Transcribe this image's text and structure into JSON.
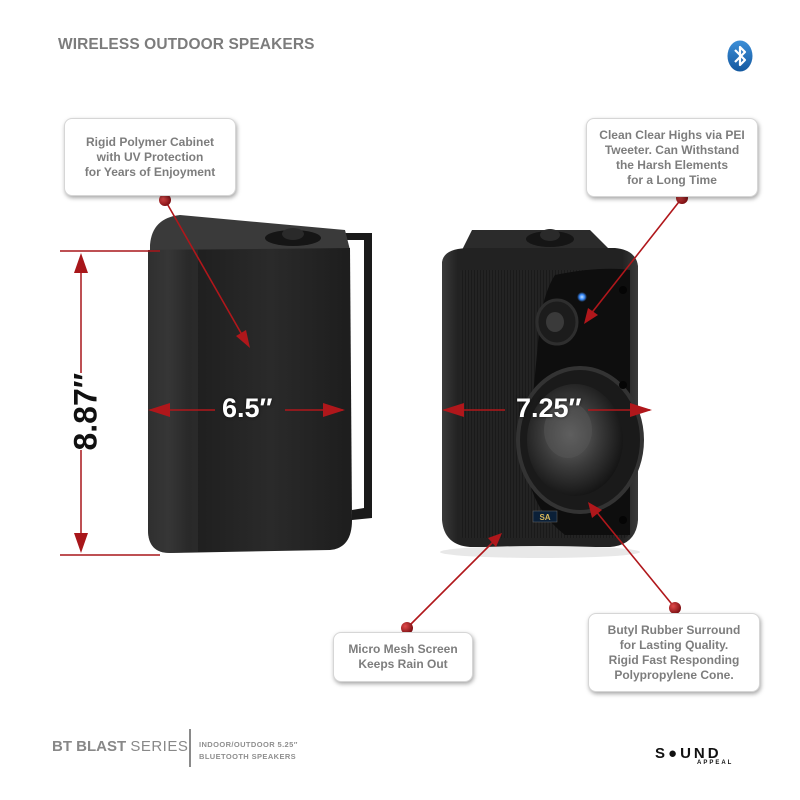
{
  "header": {
    "title": "WIRELESS OUTDOOR SPEAKERS",
    "icon": "bluetooth-icon",
    "icon_color": "#1d6fbd"
  },
  "callouts": {
    "cabinet": {
      "lines": [
        "Rigid Polymer Cabinet",
        "with UV Protection",
        "for Years of Enjoyment"
      ]
    },
    "tweeter": {
      "lines": [
        "Clean Clear Highs via PEI",
        "Tweeter.  Can Withstand",
        "the Harsh Elements",
        "for a Long Time"
      ]
    },
    "mesh": {
      "lines": [
        "Micro Mesh Screen",
        "Keeps Rain Out"
      ]
    },
    "surround": {
      "lines": [
        "Butyl Rubber Surround",
        "for Lasting Quality.",
        "Rigid Fast Responding",
        "Polypropylene Cone."
      ]
    }
  },
  "dimensions": {
    "height": "8.87″",
    "depth": "6.5″",
    "width": "7.25″"
  },
  "speaker": {
    "badge": "SA",
    "led_color": "#3a8cff"
  },
  "footer": {
    "series_bold": "BT BLAST",
    "series_light": "SERIES",
    "subtitle_line1": "INDOOR/OUTDOOR 5.25″",
    "subtitle_line2": "BLUETOOTH SPEAKERS",
    "brand_name": "S●UND",
    "brand_sub": "APPEAL"
  },
  "colors": {
    "pointer_red": "#b0171b",
    "callout_text": "#7d7d7d",
    "title_gray": "#7c7c7c"
  }
}
